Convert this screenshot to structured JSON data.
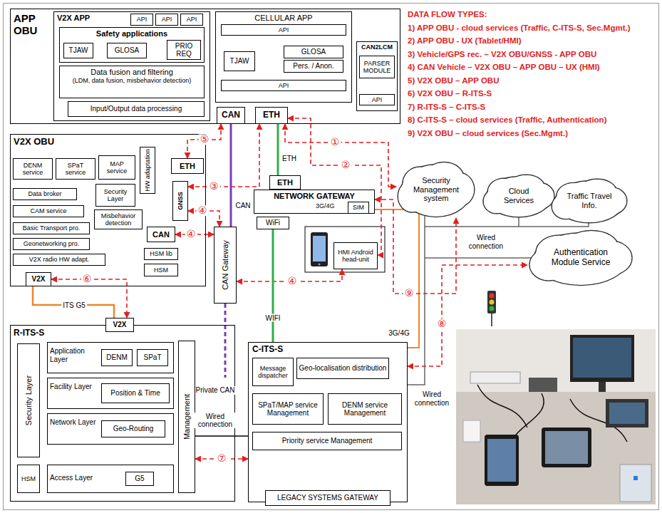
{
  "diagram": {
    "nodes": [
      {
        "text": [
          "APP OBU"
        ]
      },
      {
        "text": [
          "V2X APP"
        ],
        "in": 0
      },
      {
        "text": [
          "API"
        ],
        "in": 1
      },
      {
        "text": [
          "API"
        ],
        "in": 1
      },
      {
        "text": [
          "API"
        ],
        "in": 1
      },
      {
        "text": [
          "Safety applications"
        ],
        "in": 1
      },
      {
        "text": [
          "TJAW"
        ],
        "in": 5
      },
      {
        "text": [
          "GLOSA"
        ],
        "in": 5
      },
      {
        "text": [
          "PRIO REQ"
        ],
        "in": 5
      },
      {
        "text": [
          "Data fusion and filtering",
          "(LDM, data fusion, misbehavior detection)"
        ],
        "in": 1
      },
      {
        "text": [
          "Input/Output data processing"
        ],
        "in": 1
      },
      {
        "text": [
          "CELLULAR APP"
        ],
        "in": 0
      },
      {
        "text": [
          "API"
        ],
        "in": 11
      },
      {
        "text": [
          "TJAW"
        ],
        "in": 11
      },
      {
        "text": [
          "GLOSA"
        ],
        "in": 11
      },
      {
        "text": [
          "Pers. / Anon."
        ],
        "in": 11
      },
      {
        "text": [
          "API"
        ],
        "in": 11
      },
      {
        "text": [
          "CAN2LCM"
        ],
        "in": 0
      },
      {
        "text": [
          "PARSER MODULE"
        ],
        "in": 17
      },
      {
        "text": [
          "API"
        ],
        "in": 17
      },
      {
        "text": [
          "CAN"
        ],
        "in": 0
      },
      {
        "text": [
          "ETH"
        ],
        "in": 0
      },
      {
        "text": [
          "V2X OBU"
        ]
      },
      {
        "text": [
          "DENM service"
        ],
        "in": 22
      },
      {
        "text": [
          "SPaT service"
        ],
        "in": 22
      },
      {
        "text": [
          "MAP service"
        ],
        "in": 22
      },
      {
        "text": [
          "HW adaptation"
        ],
        "in": 22
      },
      {
        "text": [
          "ETH"
        ],
        "in": 22
      },
      {
        "text": [
          "Data broker"
        ],
        "in": 22
      },
      {
        "text": [
          "Security Layer"
        ],
        "in": 22
      },
      {
        "text": [
          "GNSS"
        ],
        "in": 22
      },
      {
        "text": [
          "CAM service"
        ],
        "in": 22
      },
      {
        "text": [
          "Misbehavior detection"
        ],
        "in": 22
      },
      {
        "text": [
          "CAN"
        ],
        "in": 22
      },
      {
        "text": [
          "Basic Transport pro."
        ],
        "in": 22
      },
      {
        "text": [
          "Geonetworking pro."
        ],
        "in": 22
      },
      {
        "text": [
          "HSM lib"
        ],
        "in": 22
      },
      {
        "text": [
          "V2X radio HW adapt."
        ],
        "in": 22
      },
      {
        "text": [
          "HSM"
        ],
        "in": 22
      },
      {
        "text": [
          "V2X"
        ],
        "in": 22
      },
      {
        "text": [
          "ETH"
        ]
      },
      {
        "text": [
          "NETWORK GATEWAY",
          "3G/4G"
        ]
      },
      {
        "text": [
          "SIM"
        ],
        "in": 41
      },
      {
        "text": [
          "WiFi"
        ]
      },
      {
        "text": [
          "HMI Android head-unit"
        ]
      },
      {
        "text": [
          "CAN Gateway"
        ]
      },
      {
        "text": [
          "Security Management system"
        ]
      },
      {
        "text": [
          "Cloud Services"
        ]
      },
      {
        "text": [
          "Traffic Travel Info."
        ]
      },
      {
        "text": [
          "Authentication Module Service"
        ]
      },
      {
        "text": [
          "R-ITS-S"
        ]
      },
      {
        "text": [
          "V2X"
        ],
        "in": 50
      },
      {
        "text": [
          "Security Layer"
        ],
        "in": 50
      },
      {
        "text": [
          "Application Layer"
        ],
        "in": 50
      },
      {
        "text": [
          "DENM"
        ],
        "in": 53
      },
      {
        "text": [
          "SPaT"
        ],
        "in": 53
      },
      {
        "text": [
          "Facility Layer"
        ],
        "in": 50
      },
      {
        "text": [
          "Position & Time"
        ],
        "in": 56
      },
      {
        "text": [
          "Network Layer"
        ],
        "in": 50
      },
      {
        "text": [
          "Geo-Routing"
        ],
        "in": 58
      },
      {
        "text": [
          "HSM"
        ],
        "in": 50
      },
      {
        "text": [
          "Access Layer"
        ],
        "in": 50
      },
      {
        "text": [
          "G5"
        ],
        "in": 61
      },
      {
        "text": [
          "Management"
        ],
        "in": 50
      },
      {
        "text": [
          "C-ITS-S"
        ]
      },
      {
        "text": [
          "Message dispatcher"
        ],
        "in": 64
      },
      {
        "text": [
          "Geo-localisation distribution"
        ],
        "in": 64
      },
      {
        "text": [
          "SPaT/MAP service Management"
        ],
        "in": 64
      },
      {
        "text": [
          "DENM service Management"
        ],
        "in": 64
      },
      {
        "text": [
          "Priority service Management"
        ],
        "in": 64
      },
      {
        "text": [
          "LEGACY SYSTEMS GATEWAY"
        ],
        "in": 64
      }
    ],
    "edges": [
      {
        "from": 21,
        "to": 46,
        "label": "①",
        "arrow": "both"
      },
      {
        "from": 21,
        "to": 44,
        "label": "②",
        "arrow": "both"
      },
      {
        "from": 30,
        "to": 21,
        "label": "③",
        "arrow": "both"
      },
      {
        "from": 30,
        "to": 45,
        "label": "④",
        "arrow": "both"
      },
      {
        "from": 33,
        "to": 45,
        "label": "④",
        "arrow": "both"
      },
      {
        "from": 45,
        "to": 44,
        "label": "④",
        "arrow": "both"
      },
      {
        "from": 27,
        "to": 20,
        "label": "⑤",
        "arrow": "both"
      },
      {
        "from": 39,
        "to": 51,
        "label": "⑥",
        "arrow": "both"
      },
      {
        "from": 63,
        "to": 64,
        "label": "⑦",
        "arrow": "both"
      },
      {
        "from": 64,
        "to": 49,
        "label": "⑧",
        "arrow": "both"
      },
      {
        "from": 41,
        "to": 46,
        "label": "⑨",
        "arrow": "both"
      },
      {
        "from": 21,
        "to": 40,
        "label": "ETH",
        "arrow": "none"
      },
      {
        "from": 20,
        "to": 45,
        "label": "CAN",
        "arrow": "none"
      },
      {
        "from": 43,
        "to": 64,
        "label": "WIFI",
        "arrow": "none"
      },
      {
        "from": 39,
        "to": 51,
        "label": "ITS G5",
        "arrow": "none"
      },
      {
        "from": 63,
        "to": 64,
        "label": "Wired connection",
        "arrow": "none"
      }
    ],
    "labels": [
      "DATA FLOW TYPES:",
      "1) APP OBU - cloud services (Traffic, C-ITS-S, Sec.Mgmt.)",
      "2) APP OBU - UX (Tablet/HMI)",
      "3) Vehicle/GPS rec. – V2X OBU/GNSS - APP OBU",
      "4) CAN Vehicle – V2X OBU – APP OBU – UX (HMI)",
      "5) V2X OBU – APP OBU",
      "6) V2X OBU – R-ITS-S",
      "7) R-ITS-S – C-ITS-S",
      "8) C-ITS-S – cloud services (Traffic, Authentication)",
      "9) V2X OBU – cloud services (Sec.Mgmt.)",
      "Private CAN",
      "Wired connection",
      "Wired connection",
      "3G/4G"
    ]
  }
}
